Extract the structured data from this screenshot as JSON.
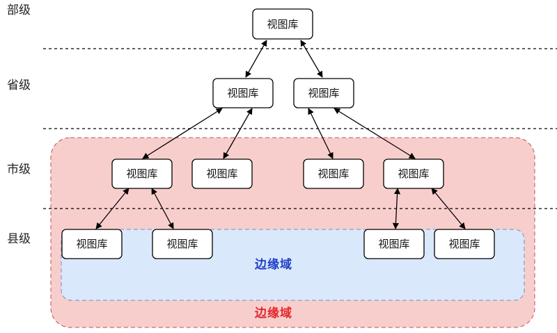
{
  "levels": {
    "ministry": "部级",
    "province": "省级",
    "city": "市级",
    "county": "县级"
  },
  "nodes": {
    "top": "视图库",
    "province_left": "视图库",
    "province_right": "视图库",
    "city_1": "视图库",
    "city_2": "视图库",
    "city_3": "视图库",
    "city_4": "视图库",
    "county_1": "视图库",
    "county_2": "视图库",
    "county_3": "视图库",
    "county_4": "视图库"
  },
  "domains": {
    "outer_label": "边缘域",
    "inner_label": "边缘域",
    "outer_fill": "#f8cecc",
    "inner_fill": "#dae8fc",
    "outer_text_color": "#e3262b",
    "inner_text_color": "#1f3fc7"
  }
}
